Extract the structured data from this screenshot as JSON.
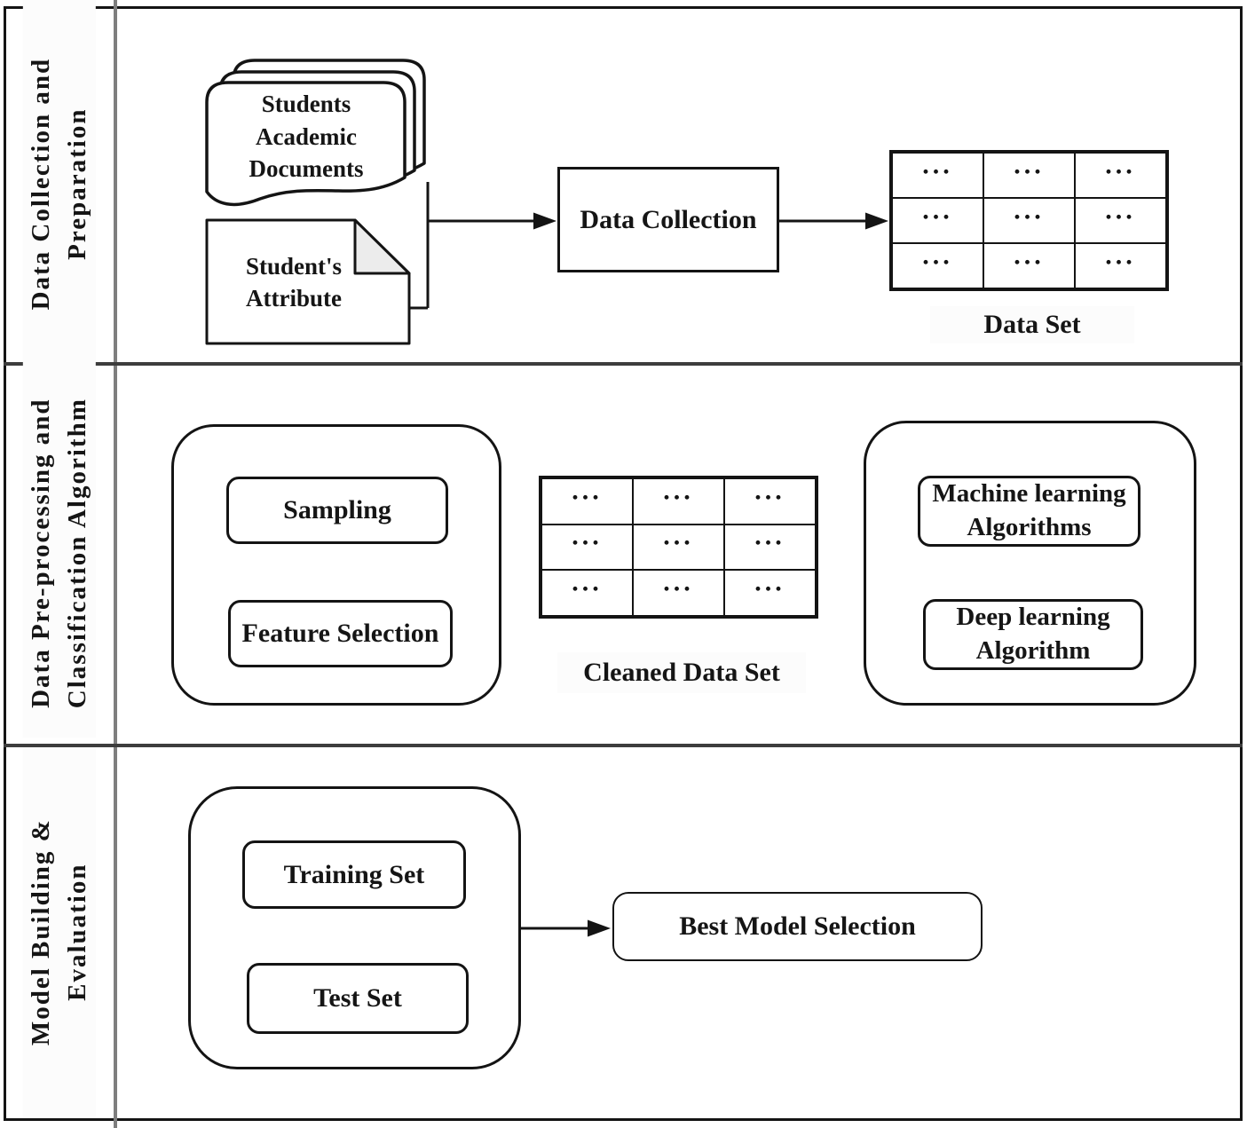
{
  "sidebar": {
    "sections": [
      {
        "label": "Data Collection and\nPreparation"
      },
      {
        "label": "Data Pre-processing and\nClassification Algorithm"
      },
      {
        "label": "Model Building &\nEvaluation"
      }
    ]
  },
  "top_section": {
    "documents_stack_label": "Students\nAcademic\nDocuments",
    "attribute_document_label": "Student's\nAttribute",
    "data_collection_label": "Data Collection",
    "dataset_grid_cell": "...",
    "dataset_label": "Data Set"
  },
  "middle_section": {
    "sampling_label": "Sampling",
    "feature_selection_label": "Feature Selection",
    "cleaned_grid_cell": "...",
    "cleaned_dataset_label": "Cleaned Data Set",
    "machine_learning_label": "Machine learning\nAlgorithms",
    "deep_learning_label": "Deep learning\nAlgorithm"
  },
  "bottom_section": {
    "training_set_label": "Training Set",
    "test_set_label": "Test Set",
    "best_model_label": "Best Model Selection"
  },
  "colors": {
    "stroke": "#141414",
    "divider": "#3d3d3d",
    "sidebar_rule": "#7e7e7e",
    "fold_fill": "#ececec"
  }
}
